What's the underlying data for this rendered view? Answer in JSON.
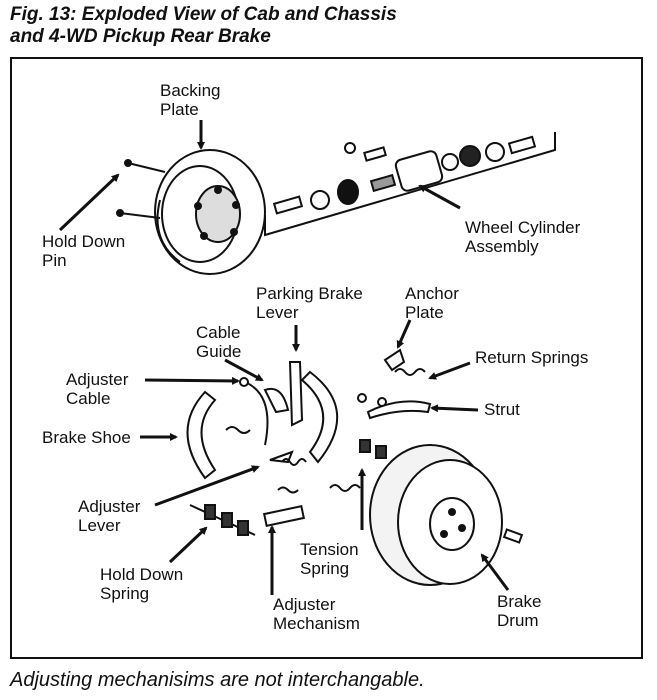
{
  "figure": {
    "title_line1": "Fig. 13:  Exploded View of Cab and Chassis",
    "title_line2": "and 4-WD Pickup Rear Brake"
  },
  "labels": {
    "backing_plate": [
      "Backing",
      "Plate"
    ],
    "hold_down_pin": [
      "Hold Down",
      "Pin"
    ],
    "wheel_cylinder": [
      "Wheel Cylinder",
      "Assembly"
    ],
    "parking_brake_lever": [
      "Parking Brake",
      "Lever"
    ],
    "anchor_plate": [
      "Anchor",
      "Plate"
    ],
    "cable_guide": [
      "Cable",
      "Guide"
    ],
    "return_springs": [
      "Return Springs"
    ],
    "adjuster_cable": [
      "Adjuster",
      "Cable"
    ],
    "strut": [
      "Strut"
    ],
    "brake_shoe": [
      "Brake Shoe"
    ],
    "adjuster_lever": [
      "Adjuster",
      "Lever"
    ],
    "tension_spring": [
      "Tension",
      "Spring"
    ],
    "hold_down_spring": [
      "Hold Down",
      "Spring"
    ],
    "adjuster_mechanism": [
      "Adjuster",
      "Mechanism"
    ],
    "brake_drum": [
      "Brake",
      "Drum"
    ]
  },
  "caption": "Adjusting mechanisims are not interchangable."
}
